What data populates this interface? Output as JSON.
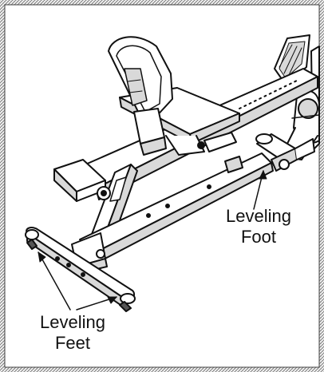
{
  "callouts": {
    "leveling_foot": {
      "line1": "Leveling",
      "line2": "Foot"
    },
    "leveling_feet": {
      "line1": "Leveling",
      "line2": "Feet"
    }
  },
  "colors": {
    "outline": "#111111",
    "fill": "#ffffff",
    "shade": "#d9d9d9",
    "dark": "#555555",
    "border_hatch": "#8a8a8a"
  }
}
